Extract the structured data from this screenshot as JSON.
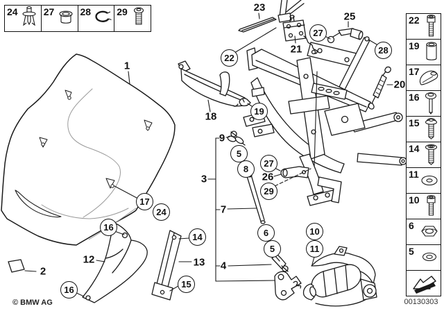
{
  "page": {
    "copyright": "© BMW AG",
    "image_number": "00130303",
    "background_color": "#ffffff",
    "line_color": "#1a1a1a"
  },
  "fastener_box": {
    "cells": [
      {
        "label": "24",
        "icon": "expanding-rivet"
      },
      {
        "label": "27",
        "icon": "grommet"
      },
      {
        "label": "28",
        "icon": "lock-ring"
      },
      {
        "label": "29",
        "icon": "fillister-head-screw"
      }
    ]
  },
  "hardware_column": {
    "cells": [
      {
        "label": "22",
        "icon": "socket-head-bolt"
      },
      {
        "label": "19",
        "icon": "spacer-sleeve"
      },
      {
        "label": "17",
        "icon": "cover-cap"
      },
      {
        "label": "16",
        "icon": "pan-head-screw"
      },
      {
        "label": "15",
        "icon": "combi-screw"
      },
      {
        "label": "14",
        "icon": "combi-screw"
      },
      {
        "label": "11",
        "icon": "washer"
      },
      {
        "label": "10",
        "icon": "socket-head-bolt"
      },
      {
        "label": "6",
        "icon": "hex-nut"
      },
      {
        "label": "5",
        "icon": "washer"
      }
    ],
    "arrow_icon": "direction-arrow"
  },
  "callouts": {
    "circled": [
      {
        "label": "22"
      },
      {
        "label": "27"
      },
      {
        "label": "28"
      },
      {
        "label": "19"
      },
      {
        "label": "17"
      },
      {
        "label": "24"
      },
      {
        "label": "16"
      },
      {
        "label": "16"
      },
      {
        "label": "5"
      },
      {
        "label": "8"
      },
      {
        "label": "27"
      },
      {
        "label": "29"
      },
      {
        "label": "6"
      },
      {
        "label": "5"
      },
      {
        "label": "14"
      },
      {
        "label": "15"
      },
      {
        "label": "10"
      },
      {
        "label": "11"
      }
    ],
    "plain": [
      {
        "label": "1"
      },
      {
        "label": "2"
      },
      {
        "label": "3"
      },
      {
        "label": "4"
      },
      {
        "label": "7"
      },
      {
        "label": "9"
      },
      {
        "label": "12"
      },
      {
        "label": "13"
      },
      {
        "label": "18"
      },
      {
        "label": "20"
      },
      {
        "label": "21"
      },
      {
        "label": "23"
      },
      {
        "label": "25"
      },
      {
        "label": "26"
      }
    ]
  }
}
